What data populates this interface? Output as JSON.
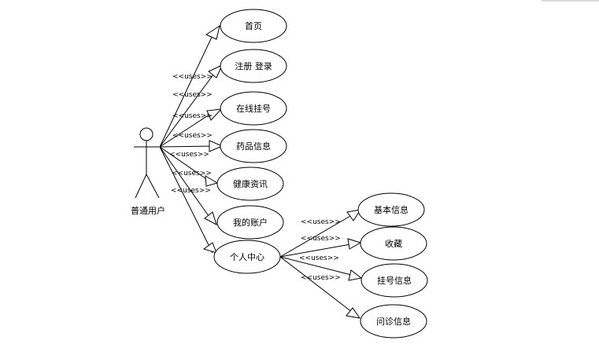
{
  "actor": {
    "label": "普通用户"
  },
  "use_cases": {
    "home": "首页",
    "register_login": "注册 登录",
    "online_registration": "在线挂号",
    "drug_info": "药品信息",
    "health_info": "健康资讯",
    "my_account": "我的账户",
    "personal_center": "个人中心",
    "basic_info": "基本信息",
    "favorites": "收藏",
    "registration_info": "挂号信息",
    "consultation_info": "问诊信息"
  },
  "relations": {
    "actor_uses": [
      "<<uses>>",
      "<<uses>>",
      "<<uses>>",
      "<<uses>>",
      "<<uses>>",
      "<<uses>>"
    ],
    "center_uses": [
      "<<uses>>",
      "<<uses>>",
      "<<uses>>",
      "<<uses>>"
    ]
  }
}
